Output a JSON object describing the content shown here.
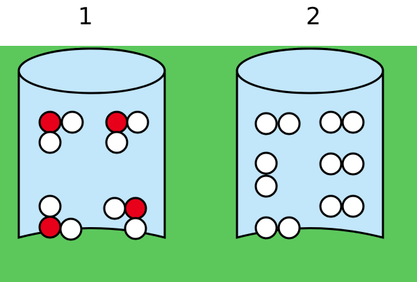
{
  "containers": [
    {
      "label": "1",
      "molecules": [
        {
          "atoms": [
            "red",
            "white",
            "white"
          ]
        },
        {
          "atoms": [
            "red",
            "white",
            "white"
          ]
        },
        {
          "atoms": [
            "white",
            "red",
            "white"
          ]
        },
        {
          "atoms": [
            "white",
            "red",
            "white"
          ]
        }
      ]
    },
    {
      "label": "2",
      "molecules": [
        {
          "atoms": [
            "white",
            "white"
          ]
        },
        {
          "atoms": [
            "white",
            "white"
          ]
        },
        {
          "atoms": [
            "white",
            "white"
          ]
        },
        {
          "atoms": [
            "white",
            "white"
          ]
        },
        {
          "atoms": [
            "white",
            "white"
          ]
        },
        {
          "atoms": [
            "white",
            "white"
          ]
        }
      ]
    }
  ],
  "colors": {
    "background": "#5cc85c",
    "container_fill": "#c2e6fa",
    "outline": "#000000",
    "red_atom": "#e8001a",
    "white_atom": "#ffffff"
  }
}
